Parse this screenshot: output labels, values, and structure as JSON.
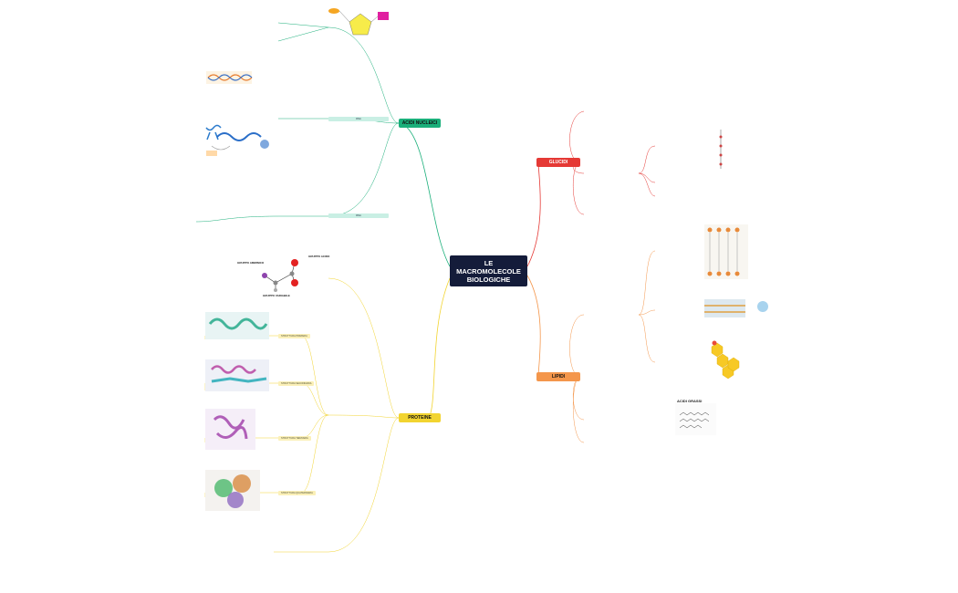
{
  "central": {
    "line1": "LE",
    "line2": "MACROMOLECOLE",
    "line3": "BIOLOGICHE"
  },
  "branches": {
    "acidi_nucleici": {
      "label": "ACIDI NUCLEICI",
      "color": "#1aaf7a"
    },
    "glucidi": {
      "label": "GLUCIDI",
      "color": "#e53935"
    },
    "lipidi": {
      "label": "LIPIDI",
      "color": "#f4964b"
    },
    "proteine": {
      "label": "PROTEINE",
      "color": "#f2d430"
    }
  },
  "labels": {
    "dna": "DNA",
    "rna": "RNA",
    "gruppo_amminico": "GRUPPO AMMINICO",
    "gruppo_acido": "GRUPPO ACIDO",
    "gruppo_variabile": "GRUPPO VARIABILE",
    "struttura_primaria": "STRUTTURA PRIMARIA",
    "struttura_secondaria": "STRUTTURA SECONDARIA",
    "struttura_terziaria": "STRUTTURA TERZIARIA",
    "struttura_quaternaria": "STRUTTURA QUATERNARIA",
    "acidi_grassi": "ACIDI GRASSI"
  }
}
